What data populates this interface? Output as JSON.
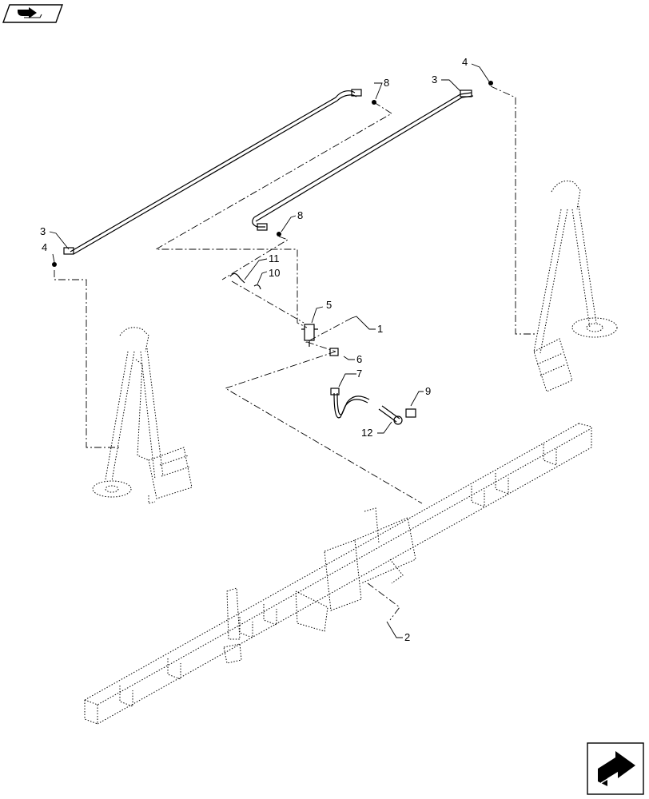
{
  "header": {
    "icon": "book-arrow-icon"
  },
  "footer": {
    "icon": "next-page-arrow-icon"
  },
  "callouts": {
    "c1": "1",
    "c2": "2",
    "c3a": "3",
    "c3b": "3",
    "c4a": "4",
    "c4b": "4",
    "c5": "5",
    "c6": "6",
    "c7": "7",
    "c8a": "8",
    "c8b": "8",
    "c9": "9",
    "c10": "10",
    "c11": "11",
    "c12": "12"
  }
}
